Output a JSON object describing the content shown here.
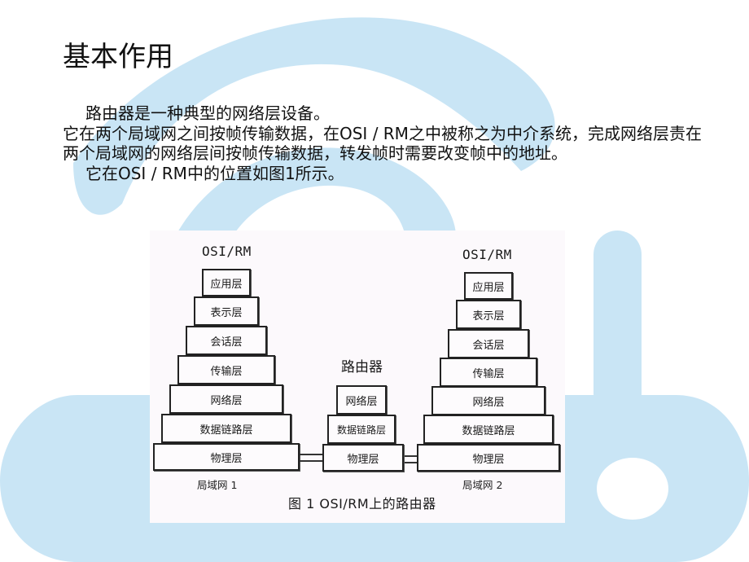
{
  "slide": {
    "title": "基本作用",
    "paragraphs": [
      {
        "text": "路由器是一种典型的网络层设备。",
        "indent": true
      },
      {
        "text": "它在两个局域网之间按帧传输数据，在OSI / RM之中被称之为中介系统，完成网络层责在两个局域网的网络层间按帧传输数据，转发帧时需要改变帧中的地址。",
        "indent": true
      },
      {
        "text": "它在OSI / RM中的位置如图1所示。",
        "indent": true
      }
    ],
    "background_color": "#ffffff",
    "accent_color": "#c9e5f5"
  },
  "figure": {
    "caption": "图 1 OSI/RM上的路由器",
    "left_stack": {
      "header": "OSI/RM",
      "layers": [
        "应用层",
        "表示层",
        "会话层",
        "传输层",
        "网络层",
        "数据链路层",
        "物理层"
      ],
      "lan_label": "局域网 1"
    },
    "router": {
      "header": "路由器",
      "layers": [
        "网络层",
        "数据链路层",
        "物理层"
      ]
    },
    "right_stack": {
      "header": "OSI/RM",
      "layers": [
        "应用层",
        "表示层",
        "会话层",
        "传输层",
        "网络层",
        "数据链路层",
        "物理层"
      ],
      "lan_label": "局域网 2"
    }
  }
}
